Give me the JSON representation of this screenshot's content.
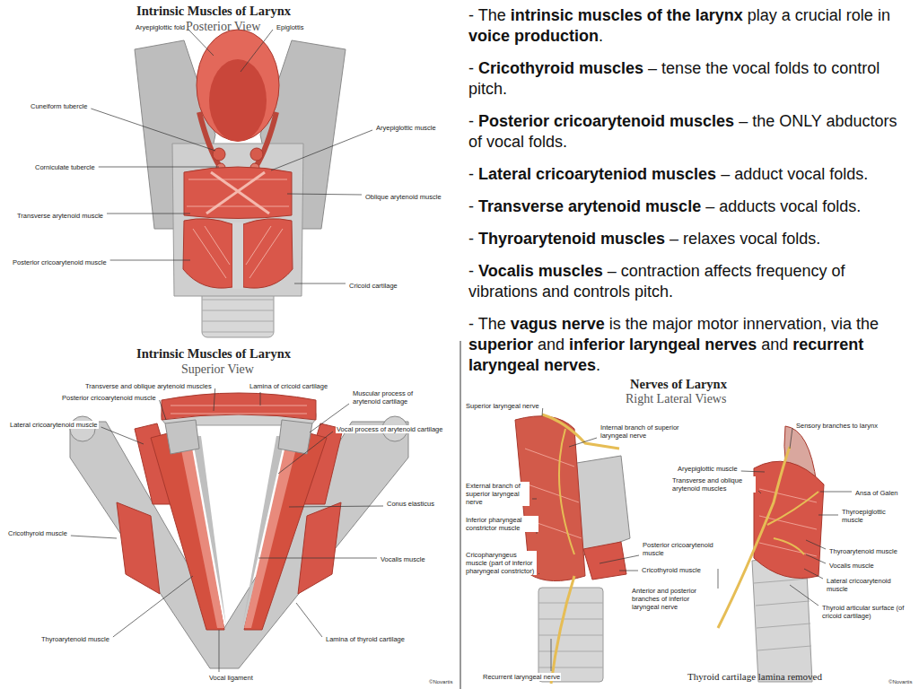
{
  "diagram": {
    "labels": [
      "Intrinsic Muscles of Larynx",
      "Posterior View",
      "Aryepiglottic fold",
      "Epiglottis",
      "Cuneiform tubercle",
      "Aryepiglottic muscle",
      "Corniculate tubercle",
      "Oblique arytenoid muscle",
      "Transverse arytenoid muscle",
      "Posterior cricoarytenoid muscle",
      "Cricoid cartilage",
      "- The",
      "intrinsic muscles of the larynx",
      "play a crucial role in",
      "voice production",
      ".",
      "-",
      "Cricothyroid muscles",
      "– tense the vocal folds to control pitch.",
      "-",
      "Posterior cricoarytenoid muscles",
      "– the ONLY abductors of vocal folds.",
      "-",
      "Lateral cricoaryteniod muscles",
      "– adduct vocal folds.",
      "-",
      "Transverse arytenoid muscle",
      "– adducts vocal folds.",
      "-",
      "Thyroarytenoid muscles",
      "– relaxes vocal folds.",
      "-",
      "Vocalis muscles",
      "– contraction affects frequency of vibrations and controls pitch.",
      "- The",
      "vagus nerve",
      "is the major motor innervation, via the",
      "superior",
      "and",
      "inferior laryngeal nerves",
      "and",
      "recurrent laryngeal nerves",
      ".",
      "Intrinsic Muscles of Larynx",
      "Superior View",
      "Transverse and oblique arytenoid muscles",
      "Lamina of cricoid cartilage",
      "Posterior cricoarytenoid muscle",
      "Muscular process of arytenoid cartilage",
      "Lateral cricoarytenoid muscle",
      "Vocal process of arytenoid cartilage",
      "Conus elasticus",
      "Cricothyroid muscle",
      "Vocalis muscle",
      "Thyroarytenoid muscle",
      "Lamina of thyroid cartilage",
      "Vocal ligament",
      "©Novartis",
      "Nerves of Larynx",
      "Right Lateral Views",
      "Superior laryngeal nerve",
      "Internal branch of superior laryngeal nerve",
      "External branch of superior laryngeal nerve",
      "Inferior pharyngeal constrictor muscle",
      "Cricopharyngeus muscle (part of inferior pharyngeal constrictor)",
      "Recurrent laryngeal nerve",
      "Posterior cricoarytenoid muscle",
      "Cricothyroid muscle",
      "Anterior and posterior branches of inferior laryngeal nerve",
      "Sensory branches to larynx",
      "Aryepiglottic muscle",
      "Transverse and oblique arytenoid muscles",
      "Ansa of Galen",
      "Thyroepiglottic muscle",
      "Thyroarytenoid muscle",
      "Vocalis muscle",
      "Lateral cricoarytenoid muscle",
      "Thyroid articular surface (of cricoid cartilage)",
      "Thyroid cartilage lamina removed",
      "©Novartis"
    ]
  }
}
